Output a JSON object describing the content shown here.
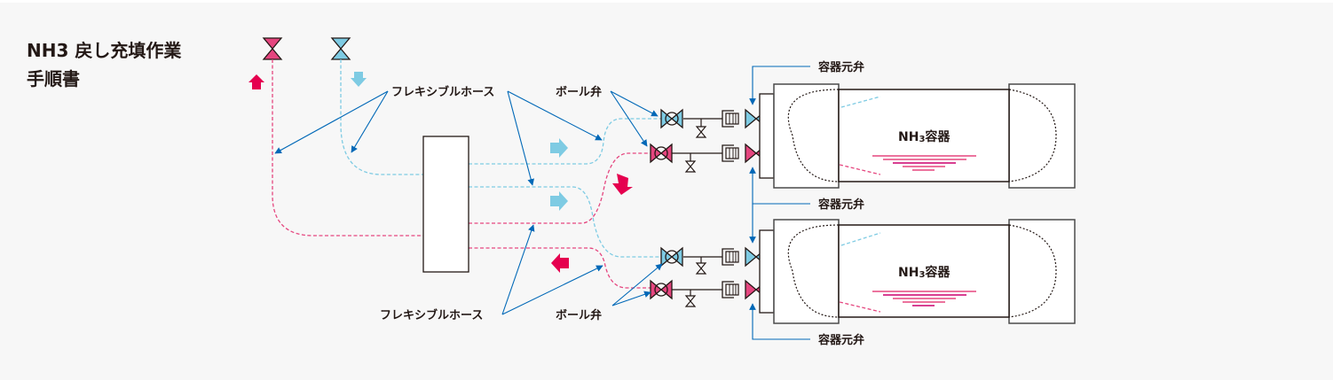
{
  "title": {
    "line1": "NH3 戻し充填作業",
    "line2": "手順書"
  },
  "labels": {
    "flexible_hose_top": "フレキシブルホース",
    "flexible_hose_bottom": "フレキシブルホース",
    "ball_valve_top": "ボール弁",
    "ball_valve_bottom": "ボール弁",
    "container_main_valve_1": "容器元弁",
    "container_main_valve_2": "容器元弁",
    "container_main_valve_3": "容器元弁",
    "container_1": "NH3容器",
    "container_2": "NH3容器",
    "container_text_main": "NH",
    "container_text_sub": "3",
    "container_text_rest": "容器"
  },
  "colors": {
    "background": "#f7f7f7",
    "liquid_line": "#e5467f",
    "gas_line": "#7ecbe3",
    "return_arrow": "#e5004f",
    "supply_arrow": "#7ecbe3",
    "leader_line": "#0068b7",
    "outline": "#231815"
  },
  "icons": {
    "top_left_valve_pink": "gate-valve-icon",
    "top_left_valve_blue": "gate-valve-icon",
    "ball_valve": "ball-valve-icon",
    "container_valve": "globe-valve-icon",
    "arrow_up": "arrow-up-icon",
    "arrow_down": "arrow-down-icon",
    "arrow_right": "arrow-right-icon",
    "arrow_left": "arrow-left-icon"
  }
}
